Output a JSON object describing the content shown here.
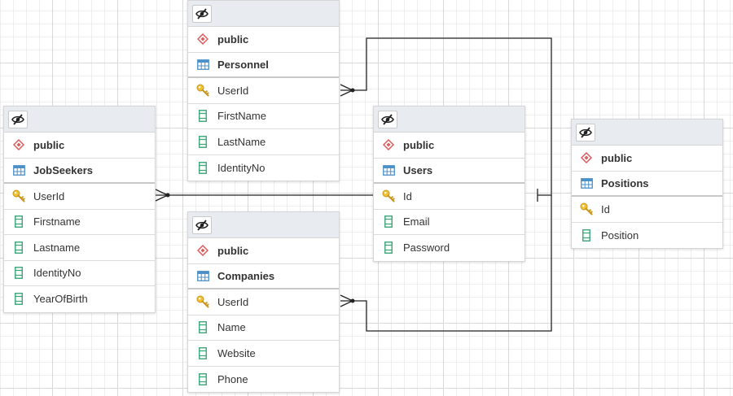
{
  "colors": {
    "schema_icon": "#d95b5b",
    "table_icon": "#4a8fc9",
    "key_icon": "#e0b42a",
    "column_icon": "#3ca678",
    "link": "#222222"
  },
  "tables": {
    "personnel": {
      "schema": "public",
      "name": "Personnel",
      "columns": [
        {
          "name": "UserId",
          "type": "key"
        },
        {
          "name": "FirstName",
          "type": "column"
        },
        {
          "name": "LastName",
          "type": "column"
        },
        {
          "name": "IdentityNo",
          "type": "column"
        }
      ]
    },
    "jobseekers": {
      "schema": "public",
      "name": "JobSeekers",
      "columns": [
        {
          "name": "UserId",
          "type": "key"
        },
        {
          "name": "Firstname",
          "type": "column"
        },
        {
          "name": "Lastname",
          "type": "column"
        },
        {
          "name": "IdentityNo",
          "type": "column"
        },
        {
          "name": "YearOfBirth",
          "type": "column"
        }
      ]
    },
    "users": {
      "schema": "public",
      "name": "Users",
      "columns": [
        {
          "name": "Id",
          "type": "key"
        },
        {
          "name": "Email",
          "type": "column"
        },
        {
          "name": "Password",
          "type": "column"
        }
      ]
    },
    "companies": {
      "schema": "public",
      "name": "Companies",
      "columns": [
        {
          "name": "UserId",
          "type": "key"
        },
        {
          "name": "Name",
          "type": "column"
        },
        {
          "name": "Website",
          "type": "column"
        },
        {
          "name": "Phone",
          "type": "column"
        }
      ]
    },
    "positions": {
      "schema": "public",
      "name": "Positions",
      "columns": [
        {
          "name": "Id",
          "type": "key"
        },
        {
          "name": "Position",
          "type": "column"
        }
      ]
    }
  },
  "icons": {
    "hide": "eye-slash-icon",
    "schema": "schema-diamond-icon",
    "table": "table-icon",
    "key": "primary-key-icon",
    "column": "column-icon"
  }
}
